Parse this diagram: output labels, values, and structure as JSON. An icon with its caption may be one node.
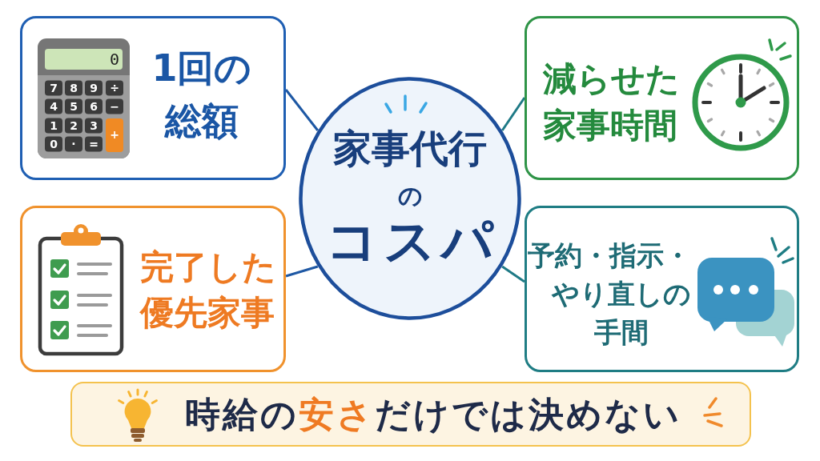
{
  "diagram": {
    "nodes": [
      {
        "text": [
          "1回の総額"
        ]
      },
      {
        "text": [
          "家事代行",
          "の",
          "コスパ"
        ]
      },
      {
        "text": [
          "減らせた家事時間"
        ]
      },
      {
        "text": [
          "完了した優先家事"
        ]
      },
      {
        "text": [
          "予約・指示・やり直しの手間"
        ]
      },
      {
        "text": [
          "時給の**安さ**だけでは決めない"
        ]
      }
    ],
    "edges": [
      {
        "from": 1,
        "to": 0,
        "arrow": "none"
      },
      {
        "from": 1,
        "to": 2,
        "arrow": "none",
        "color": "#1f7a86"
      },
      {
        "from": 1,
        "to": 3,
        "arrow": "none"
      },
      {
        "from": 1,
        "to": 4,
        "arrow": "none",
        "color": "#1f7a86"
      }
    ],
    "labels": [
      "0",
      "7",
      "8",
      "9",
      "÷",
      "4",
      "5",
      "6",
      "−",
      "1",
      "2",
      "3",
      "+",
      "0",
      "·",
      "="
    ]
  }
}
